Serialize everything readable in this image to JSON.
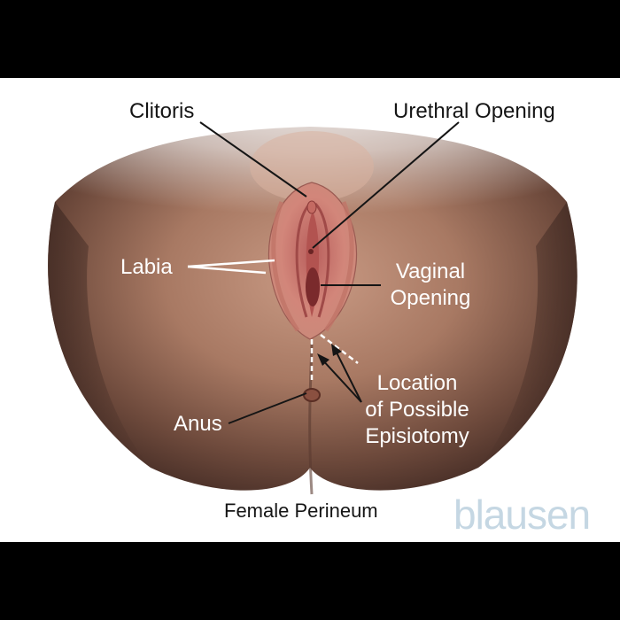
{
  "labels": {
    "clitoris": "Clitoris",
    "urethral_opening": "Urethral Opening",
    "labia": "Labia",
    "vaginal_opening_line1": "Vaginal",
    "vaginal_opening_line2": "Opening",
    "location_line1": "Location",
    "location_line2": "of Possible",
    "location_line3": "Episiotomy",
    "anus": "Anus"
  },
  "caption": "Female Perineum",
  "watermark": "blausen"
}
